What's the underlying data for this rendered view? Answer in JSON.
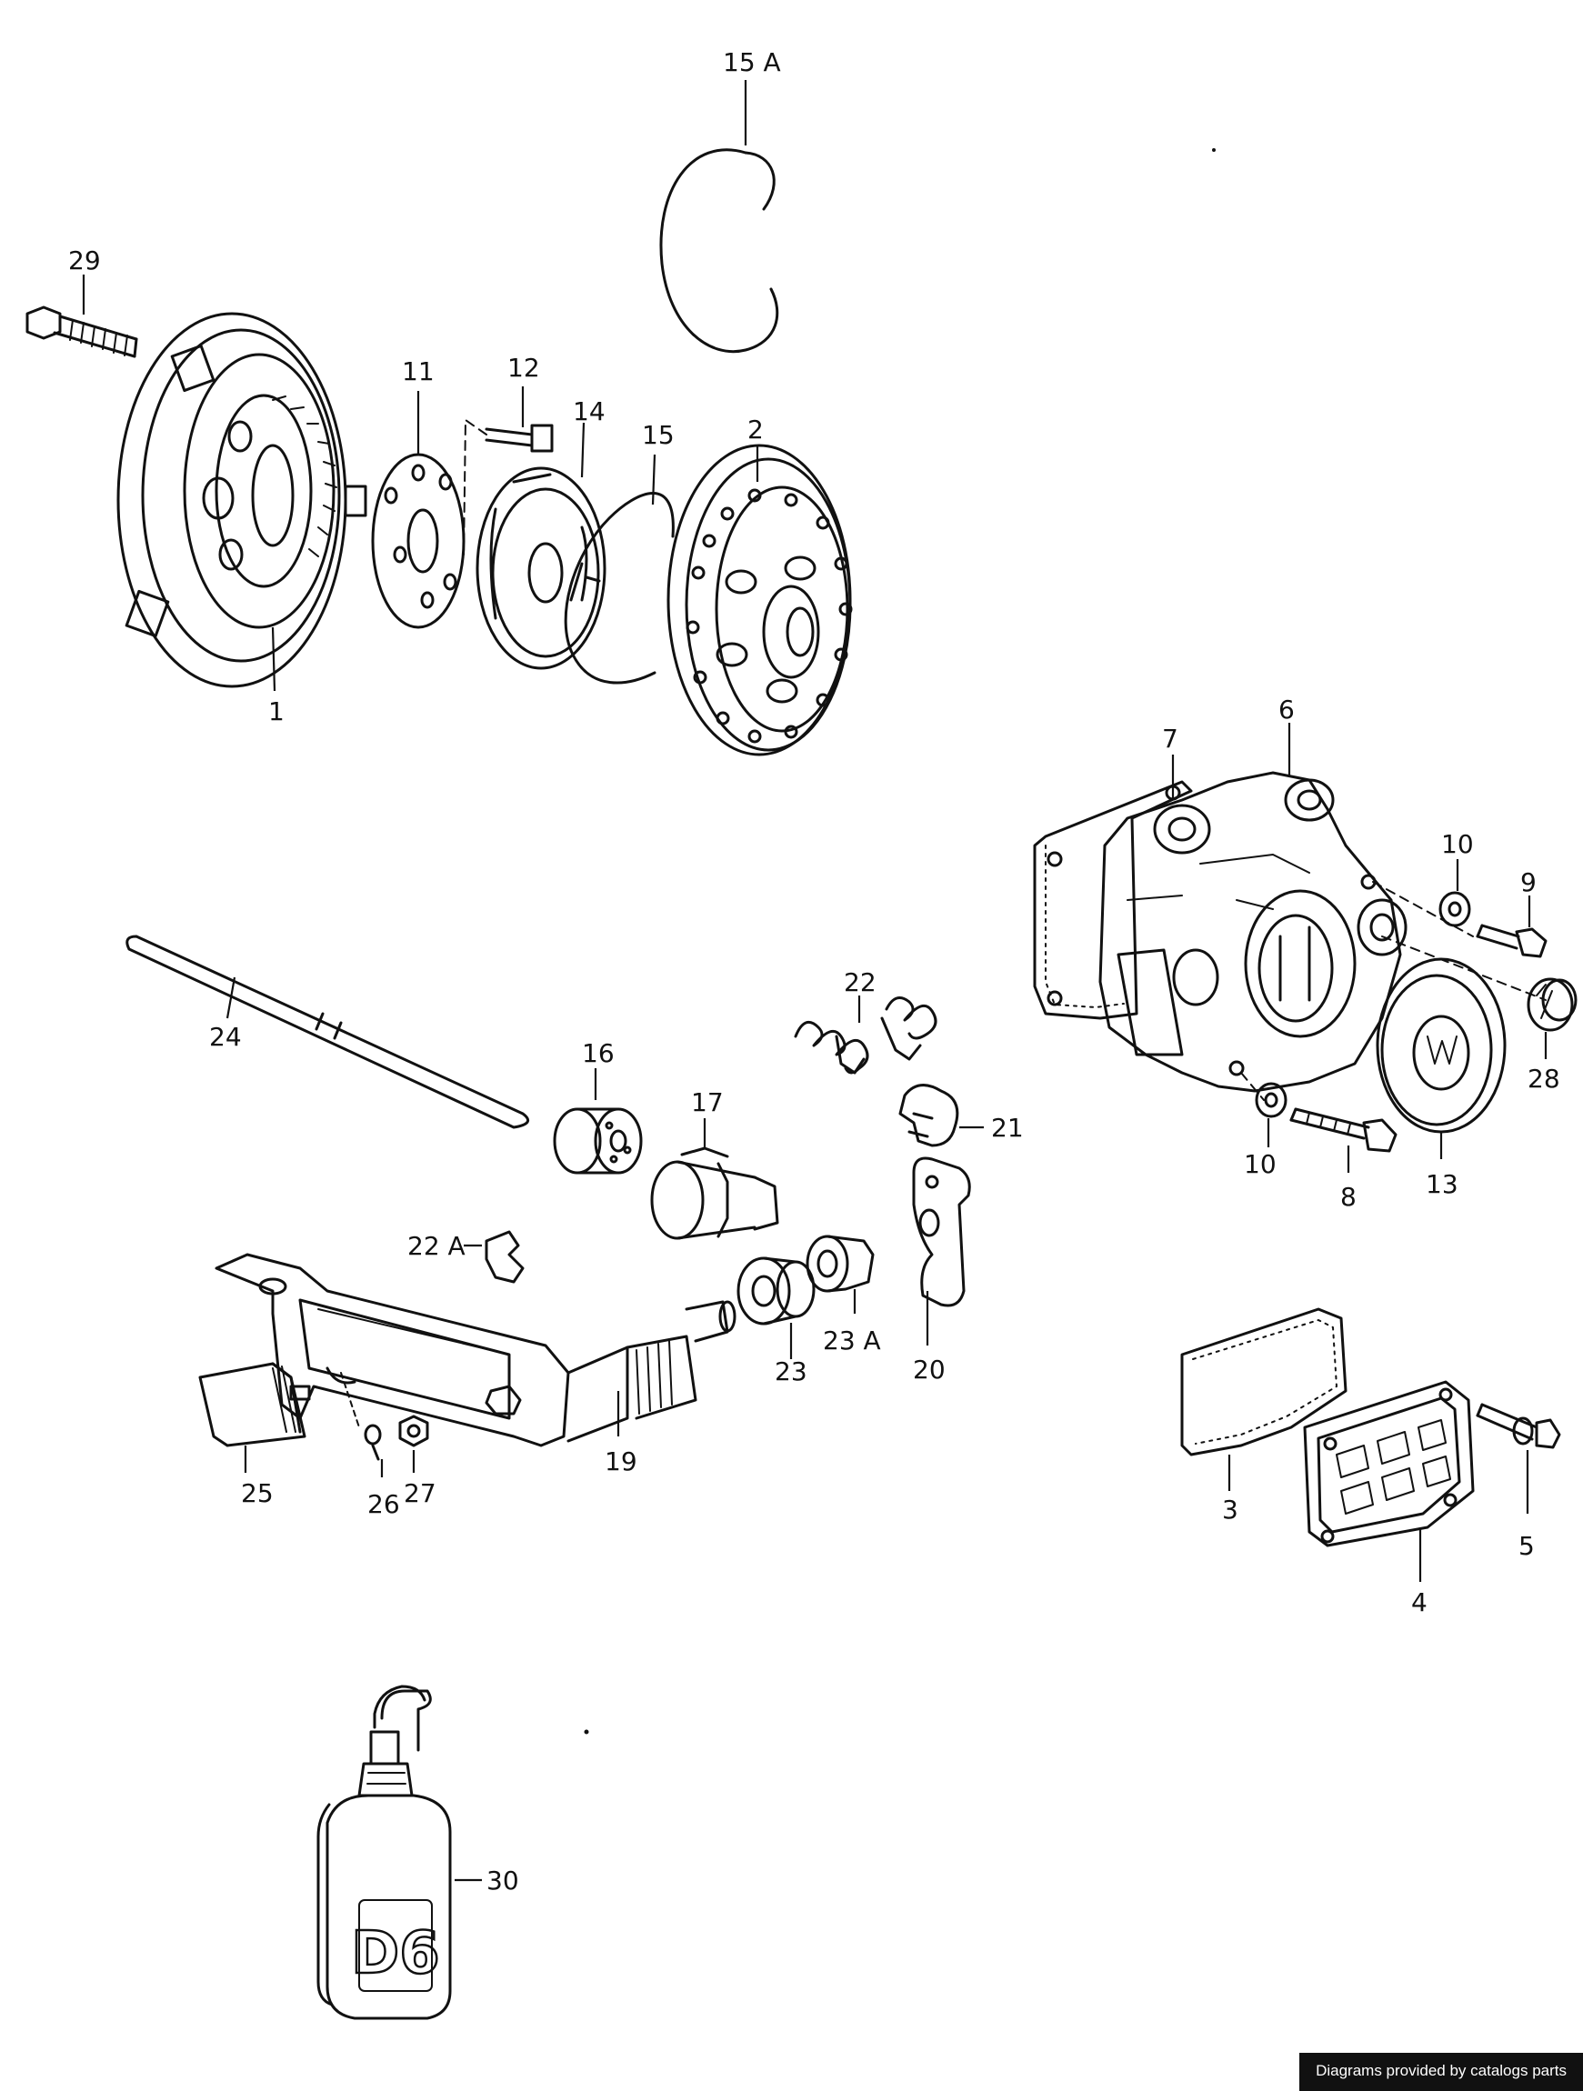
{
  "diagram": {
    "labels": {
      "p1": "1",
      "p2": "2",
      "p3": "3",
      "p4": "4",
      "p5": "5",
      "p6": "6",
      "p7": "7",
      "p8": "8",
      "p9": "9",
      "p10a": "10",
      "p10b": "10",
      "p11": "11",
      "p12": "12",
      "p13": "13",
      "p14": "14",
      "p15": "15",
      "p15a": "15 A",
      "p16": "16",
      "p17": "17",
      "p19": "19",
      "p20": "20",
      "p21": "21",
      "p22": "22",
      "p22a": "22 A",
      "p23": "23",
      "p23a": "23 A",
      "p24": "24",
      "p25": "25",
      "p26": "26",
      "p27": "27",
      "p28": "28",
      "p29": "29",
      "p30": "30"
    },
    "bottle_marking": "D6"
  },
  "footer": {
    "credit": "Diagrams provided by catalogs parts"
  }
}
